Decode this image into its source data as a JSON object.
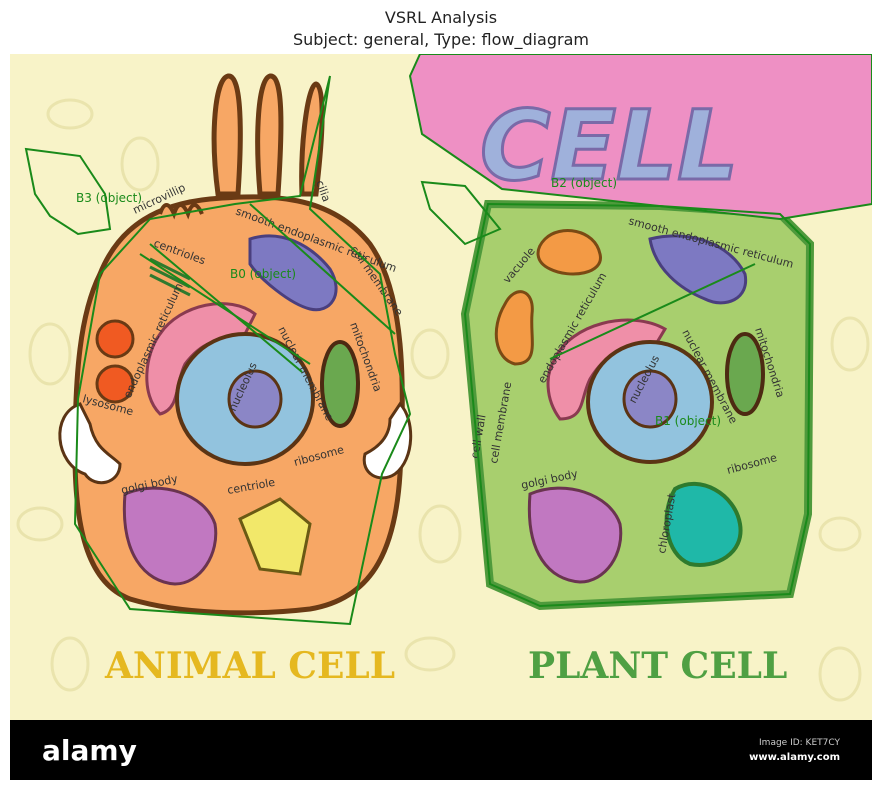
{
  "header": {
    "title": "VSRL Analysis",
    "subtitle": "Subject: general, Type: flow_diagram"
  },
  "banner": {
    "word": "CELL"
  },
  "animal": {
    "caption": "ANIMAL CELL",
    "labels": {
      "microvillip": "microvillip",
      "cilia": "cilia",
      "centrioles": "centrioles",
      "smooth_er": "smooth endoplasmic reticulum",
      "cell_membrane": "cell membrane",
      "endoplasmic_reticulum": "endoplasmic reticulum",
      "nuclear_membrane": "nuclear membrane",
      "mitochondria": "mitochondria",
      "nucleolus": "nucleolus",
      "lysosome": "lysosome",
      "ribosome": "ribosome",
      "golgi_body": "golgi body",
      "centriole": "centriole"
    }
  },
  "plant": {
    "caption": "PLANT CELL",
    "labels": {
      "vacuole": "vacuole",
      "smooth_er": "smooth endoplasmic reticulum",
      "endoplasmic_reticulum": "endoplasmic reticulum",
      "nucleolus": "nucleolus",
      "nuclear_membrane": "nuclear membrane",
      "mitochondria": "mitochondria",
      "cell_wall": "cell wall",
      "cell_membrane": "cell membrane",
      "golgi_body": "golgi body",
      "ribosome": "ribosome",
      "chloroplast": "chloroplast"
    }
  },
  "annotations": {
    "b0": "B0 (object)",
    "b1": "B1 (object)",
    "b2": "B2 (object)",
    "b3": "B3 (object)"
  },
  "footer": {
    "brand": "alamy",
    "image_id": "Image ID: KET7CY",
    "site": "www.alamy.com"
  },
  "colors": {
    "background": "#f8f3c8",
    "animal_fill": "#f7a765",
    "animal_outline": "#6a3a14",
    "plant_fill": "#a8cf6e",
    "plant_wall": "#4f9a3c",
    "nucleus": "#92c3de",
    "nucleolus": "#8b86c6",
    "banner": "#ee90c4",
    "banner_text": "#9fb1db",
    "annotation": "#1a8a1a",
    "animal_caption": "#e5b820",
    "plant_caption": "#4fa043",
    "footer_bg": "#000000"
  }
}
